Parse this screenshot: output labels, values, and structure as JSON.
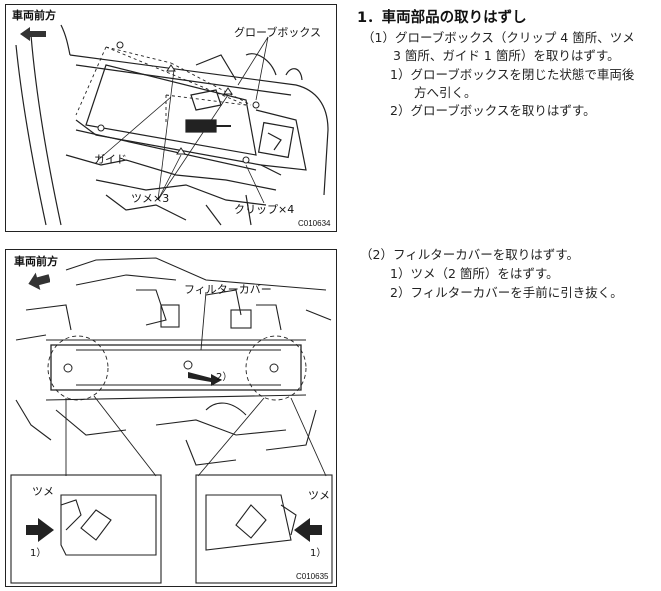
{
  "section": {
    "heading": "1．車両部品の取りはずし"
  },
  "step1": {
    "line1": "（1）グローブボックス（クリップ 4 箇所、ツメ",
    "line2": "3 箇所、ガイド 1 箇所）を取りはずす。",
    "sub1_line1": "1）グローブボックスを閉じた状態で車両後",
    "sub1_line2": "方へ引く。",
    "sub2": "2）グローブボックスを取りはずす。"
  },
  "step2": {
    "line1": "（2）フィルターカバーを取りはずす。",
    "sub1": "1）ツメ（2 箇所）をはずす。",
    "sub2": "2）フィルターカバーを手前に引き抜く。"
  },
  "figure1": {
    "front_label": "車両前方",
    "glovebox_label": "グローブボックス",
    "guide_label": "ガイド",
    "claw_label": "ツメ×3",
    "clip_label": "クリップ×4",
    "code": "C010634"
  },
  "figure2": {
    "front_label": "車両前方",
    "filter_label": "フィルターカバー",
    "step_label": "2）",
    "claw_left": "ツメ",
    "claw_right": "ツメ",
    "step_left": "1）",
    "step_right": "1）",
    "code": "C010635"
  },
  "icons": {
    "front_arrow": "front-direction-arrow-icon",
    "push_arrow": "push-arrow-icon"
  }
}
